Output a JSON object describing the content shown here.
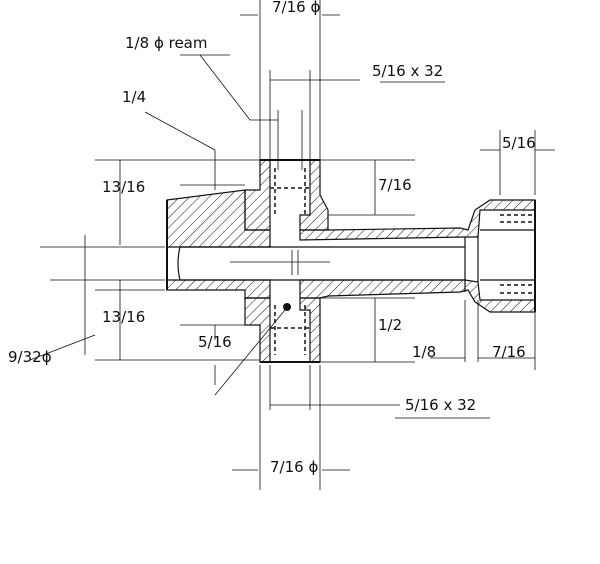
{
  "dimensions": {
    "ream_hole": {
      "fraction": "1/8",
      "note": "ϕ ream"
    },
    "top_bore_dia": {
      "fraction": "7/16",
      "symbol": "ϕ"
    },
    "top_thread": {
      "fraction": "5/16",
      "pitch": "x 32"
    },
    "top_chamfer": {
      "fraction": "1/4"
    },
    "left_upper": {
      "fraction": "13/16"
    },
    "boss_height_top": {
      "fraction": "7/16"
    },
    "right_end_len": {
      "fraction": "5/16"
    },
    "left_lower": {
      "fraction": "13/16"
    },
    "bore_dia": {
      "fraction": "9/32",
      "symbol": "ϕ"
    },
    "bottom_wall": {
      "fraction": "5/16"
    },
    "bottom_boss_height": {
      "fraction": "1/2"
    },
    "right_step": {
      "fraction": "1/8"
    },
    "right_boss_len": {
      "fraction": "7/16"
    },
    "bottom_thread": {
      "fraction": "5/16",
      "pitch": "x 32"
    },
    "bottom_bore_dia": {
      "fraction": "7/16",
      "symbol": "ϕ"
    }
  },
  "text": {
    "ream_num": "1",
    "ream_den": "8",
    "ream_note": "ϕ ream",
    "top_dia_num": "7",
    "top_dia_den": "16",
    "top_dia_sym": "ϕ",
    "top_thr_num": "5",
    "top_thr_den": "16",
    "top_thr_pitch": "x 32",
    "chamfer_num": "1",
    "chamfer_den": "4",
    "lu_num": "13",
    "lu_den": "16",
    "bht_num": "7",
    "bht_den": "16",
    "rel_num": "5",
    "rel_den": "16",
    "ll_num": "13",
    "ll_den": "16",
    "bore_num": "9",
    "bore_den": "32",
    "bore_sym": "ϕ",
    "bw_num": "5",
    "bw_den": "16",
    "bbh_num": "1",
    "bbh_den": "2",
    "rs_num": "1",
    "rs_den": "8",
    "rbl_num": "7",
    "rbl_den": "16",
    "bthr_num": "5",
    "bthr_den": "16",
    "bthr_pitch": "x 32",
    "bdia_num": "7",
    "bdia_den": "16",
    "bdia_sym": "ϕ"
  },
  "colors": {
    "ink": "#111111",
    "paper": "#ffffff"
  }
}
